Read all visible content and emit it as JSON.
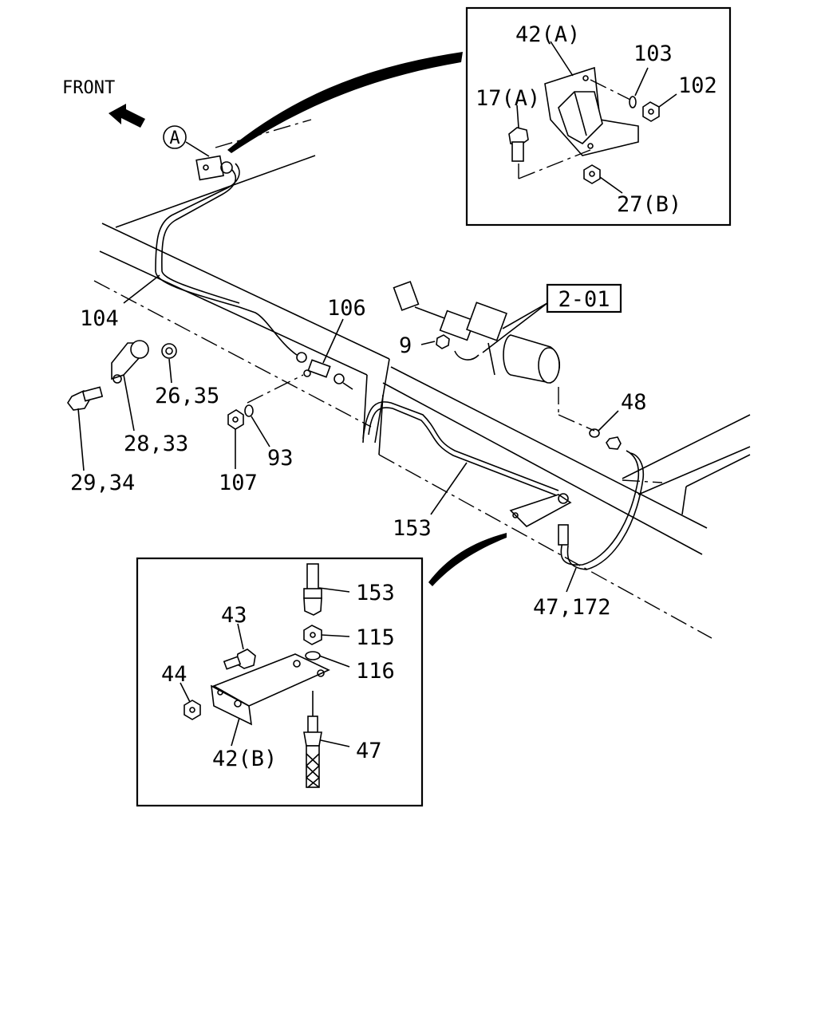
{
  "front_label": "FRONT",
  "circle_ref": "A",
  "ref_box_label": "2-01",
  "inset_top": {
    "labels": {
      "bracket": "42(A)",
      "bolt": "17(A)",
      "washer": "103",
      "nut": "102",
      "lower_nut": "27(B)"
    }
  },
  "inset_bottom": {
    "labels": {
      "pipe": "153",
      "flare_nut": "115",
      "washer": "116",
      "bolt": "43",
      "nut": "44",
      "bracket": "42(B)",
      "hose": "47"
    }
  },
  "main_labels": {
    "pipe_front": "104",
    "tee": "106",
    "nut_26": "26,35",
    "clip": "28,33",
    "bolt": "29,34",
    "nut_107": "107",
    "washer_93": "93",
    "bolt_9": "9",
    "washer_48": "48",
    "pipe_153": "153",
    "hose_47": "47,172"
  }
}
